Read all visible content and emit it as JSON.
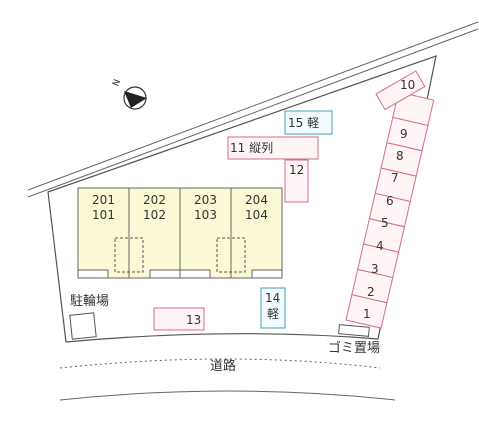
{
  "map": {
    "colors": {
      "lot_fill": "#ffffff",
      "outline": "#555555",
      "building_fill": "#fbf9d5",
      "parking_stroke": "#d26e86",
      "parking_fill": "#fff4f6",
      "light_stroke": "#4d9fb8",
      "light_fill": "#f2fbfd"
    },
    "units": [
      {
        "upper": "201",
        "lower": "101"
      },
      {
        "upper": "202",
        "lower": "102"
      },
      {
        "upper": "203",
        "lower": "103"
      },
      {
        "upper": "204",
        "lower": "104"
      }
    ],
    "parking": {
      "p1": "1",
      "p2": "2",
      "p3": "3",
      "p4": "4",
      "p5": "5",
      "p6": "6",
      "p7": "7",
      "p8": "8",
      "p9": "9",
      "p10": "10",
      "p11": "11 縦列",
      "p12": "12",
      "p13": "13",
      "p14a": "14",
      "p14b": "軽",
      "p15": "15 軽"
    },
    "labels": {
      "bicycle": "駐輪場",
      "garbage": "ゴミ置場",
      "road": "道路"
    },
    "compass": {
      "letter": "N"
    }
  }
}
